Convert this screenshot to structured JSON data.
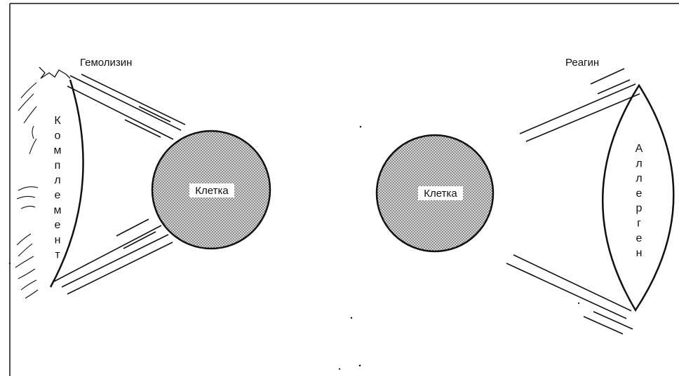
{
  "labels": {
    "hemolysin": "Гемолизин",
    "reagin": "Реагин",
    "cell_left": "Клетка",
    "cell_right": "Клетка",
    "complement": "Комплемент",
    "allergen": "Аллерген"
  },
  "colors": {
    "ink": "#111111",
    "cell_fill": "#bdbdbd",
    "background": "#ffffff"
  }
}
